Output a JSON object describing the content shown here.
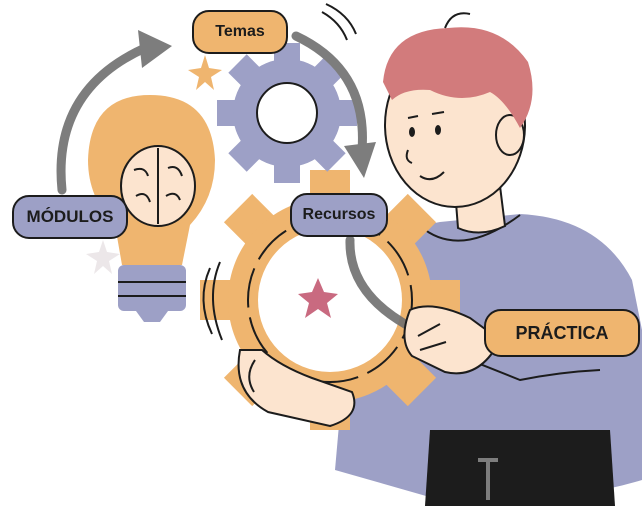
{
  "labels": {
    "temas": "Temas",
    "modulos": "MÓDULOS",
    "recursos": "Recursos",
    "practica": "PRÁCTICA"
  },
  "colors": {
    "orange": "#EFB56F",
    "lavender": "#9DA0C6",
    "skin": "#FCE4CF",
    "hair": "#D27B7C",
    "outline": "#1c1c1c",
    "arrow_gray": "#7d7d7d"
  },
  "icons": [
    "lightbulb-brain-icon",
    "gear-icon",
    "star-icon",
    "cycle-arrow-icon"
  ]
}
